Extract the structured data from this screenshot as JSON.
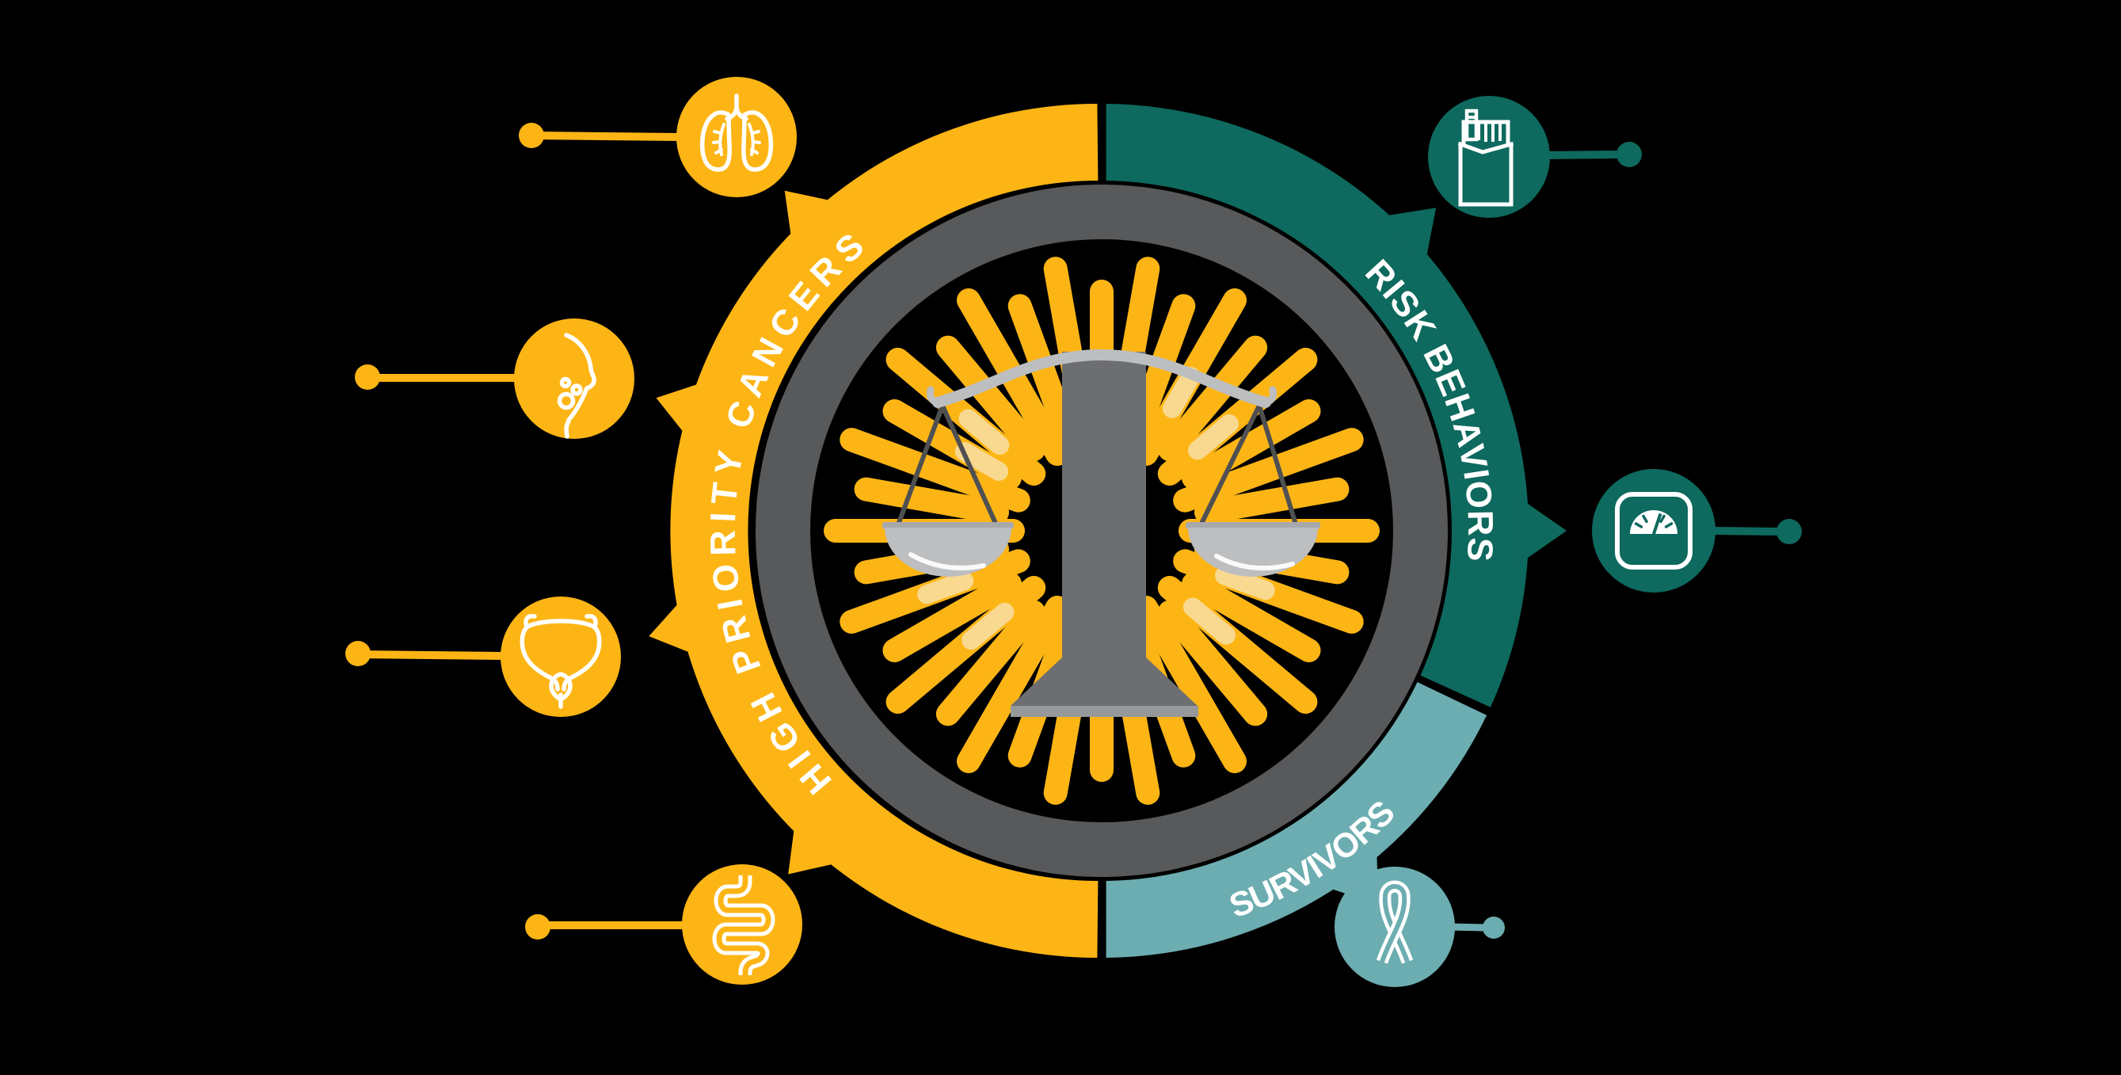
{
  "diagram": {
    "type": "circular infographic wheel",
    "center": {
      "icon": "balance-scale-icon",
      "decoration": "sunburst-rays"
    },
    "segments": [
      {
        "id": "high-priority-cancers",
        "label": "HIGH PRIORITY CANCERS",
        "color": "#FDB515"
      },
      {
        "id": "risk-behaviors",
        "label": "RISK BEHAVIORS",
        "color": "#0E695E"
      },
      {
        "id": "survivors",
        "label": "SURVIVORS",
        "color": "#6CADB1"
      }
    ],
    "nodes": [
      {
        "id": "lungs",
        "icon": "lungs-icon",
        "segment": "HIGH PRIORITY CANCERS",
        "color": "#FDB515"
      },
      {
        "id": "breast",
        "icon": "breast-icon",
        "segment": "HIGH PRIORITY CANCERS",
        "color": "#FDB515"
      },
      {
        "id": "bladder",
        "icon": "bladder-icon",
        "segment": "HIGH PRIORITY CANCERS",
        "color": "#FDB515"
      },
      {
        "id": "colon",
        "icon": "intestines-icon",
        "segment": "HIGH PRIORITY CANCERS",
        "color": "#FDB515"
      },
      {
        "id": "tobacco",
        "icon": "cigarette-pack-icon",
        "segment": "RISK BEHAVIORS",
        "color": "#0E695E"
      },
      {
        "id": "weight",
        "icon": "weight-scale-icon",
        "segment": "RISK BEHAVIORS",
        "color": "#0E695E"
      },
      {
        "id": "survivor-ribbon",
        "icon": "awareness-ribbon-icon",
        "segment": "SURVIVORS",
        "color": "#6CADB1"
      }
    ]
  },
  "colors": {
    "background": "#000000",
    "gold": "#FDB515",
    "gold_highlight": "#F8D98F",
    "teal_dark": "#0E695E",
    "teal_light": "#6CADB1",
    "ring_gray": "#58595B",
    "pillar_gray": "#6D6E71",
    "base_gray": "#96989A",
    "beam_gray": "#BCBEC0",
    "string_gray": "#4F5052",
    "white": "#FFFFFF"
  }
}
